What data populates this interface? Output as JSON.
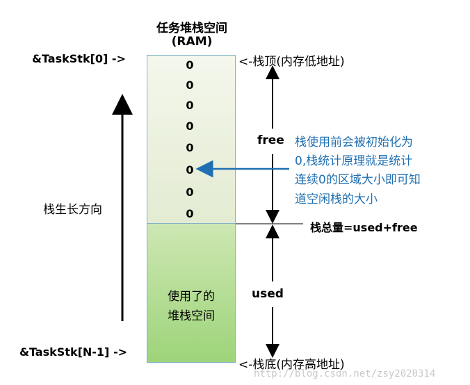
{
  "header": {
    "title_line1": "任务堆栈空间",
    "title_line2": "(RAM)"
  },
  "labels": {
    "task_stk_top": "&TaskStk[0] ->",
    "task_stk_bottom": "&TaskStk[N-1] ->",
    "stack_top": "<-栈顶(内存低地址)",
    "stack_bottom": "<-栈底(内存高地址)",
    "growth_direction": "栈生长方向",
    "free": "free",
    "used": "used",
    "total": "栈总量=used+free",
    "used_space_line1": "使用了的",
    "used_space_line2": "堆栈空间"
  },
  "zeros": [
    "0",
    "0",
    "0",
    "0",
    "0",
    "0",
    "0",
    "0"
  ],
  "annotation": {
    "lines": [
      "栈使用前会被初始化为",
      "0,栈统计原理就是统计",
      "连续0的区域大小即可知",
      "道空闲栈的大小"
    ]
  },
  "watermark": "http://blog.csdn.net/zsy2020314",
  "colors": {
    "free_region": "#e8eed9",
    "used_region": "#a8d888",
    "annotation_text": "#1f6fb2",
    "arrow_blue": "#1f6fb2"
  }
}
